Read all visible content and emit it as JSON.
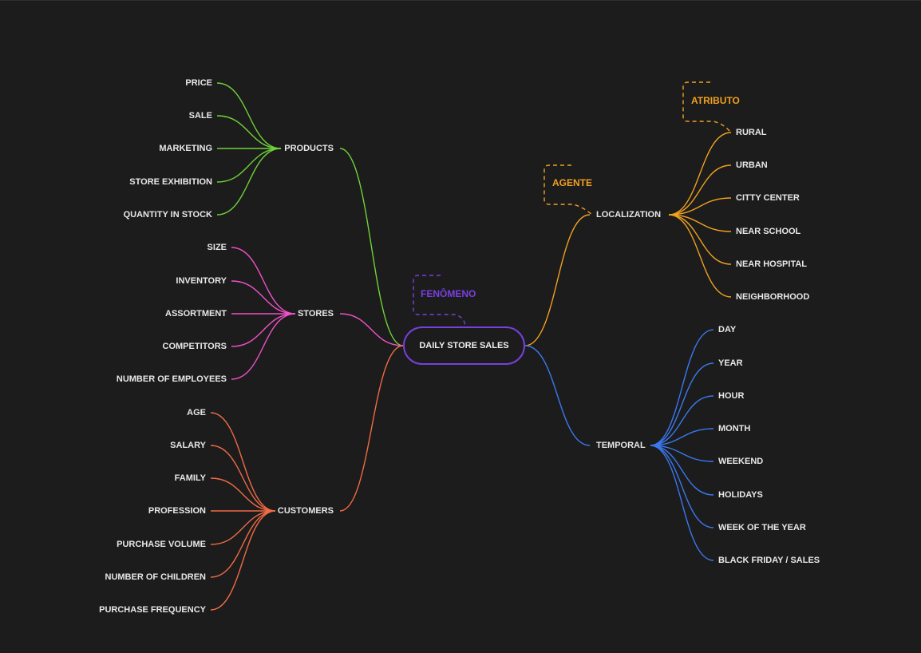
{
  "root": {
    "label": "DAILY STORE SALES",
    "color": "#7a3fe0"
  },
  "tags": {
    "fenomeno": {
      "label": "FENÔMENO",
      "color": "#7a3fe0"
    },
    "agente": {
      "label": "AGENTE",
      "color": "#f0a020"
    },
    "atributo": {
      "label": "ATRIBUTO",
      "color": "#f0a020"
    }
  },
  "branches": {
    "products": {
      "label": "PRODUCTS",
      "color": "#6fd13a",
      "children": [
        "PRICE",
        "SALE",
        "MARKETING",
        "STORE EXHIBITION",
        "QUANTITY IN STOCK"
      ]
    },
    "stores": {
      "label": "STORES",
      "color": "#f050c8",
      "children": [
        "SIZE",
        "INVENTORY",
        "ASSORTMENT",
        "COMPETITORS",
        "NUMBER OF EMPLOYEES"
      ]
    },
    "customers": {
      "label": "CUSTOMERS",
      "color": "#f06a45",
      "children": [
        "AGE",
        "SALARY",
        "FAMILY",
        "PROFESSION",
        "PURCHASE VOLUME",
        "NUMBER OF CHILDREN",
        "PURCHASE FREQUENCY"
      ]
    },
    "localization": {
      "label": "LOCALIZATION",
      "color": "#f0a020",
      "children": [
        "RURAL",
        "URBAN",
        "CITTY CENTER",
        "NEAR SCHOOL",
        "NEAR HOSPITAL",
        "NEIGHBORHOOD"
      ]
    },
    "temporal": {
      "label": "TEMPORAL",
      "color": "#3a78f0",
      "children": [
        "DAY",
        "YEAR",
        "HOUR",
        "MONTH",
        "WEEKEND",
        "HOLIDAYS",
        "WEEK OF THE YEAR",
        "BLACK FRIDAY / SALES"
      ]
    }
  }
}
